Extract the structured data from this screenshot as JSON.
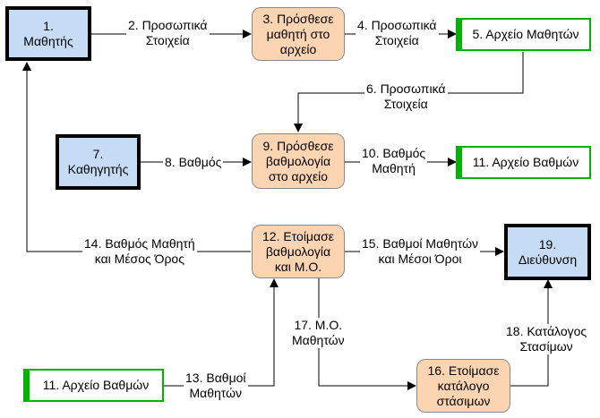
{
  "nodes": {
    "e1": "1.\nΜαθητής",
    "p3": "3. Πρόσθεσε\nμαθητή στο\nαρχείο",
    "s5": "5. Αρχείο Μαθητών",
    "e7": "7.\nΚαθηγητής",
    "p9": "9. Πρόσθεσε\nβαθμολογία\nστο αρχείο",
    "s11a": "11. Αρχείο Βαθμών",
    "p12": "12. Ετοίμασε\nβαθμολογία\nκαι Μ.Ο.",
    "e19": "19.\nΔιεύθυνση",
    "s11b": "11. Αρχείο Βαθμών",
    "p16": "16. Ετοίμασε\nκατάλογο\nστάσιμων"
  },
  "flows": {
    "f2": "2. Προσωπικά\nΣτοιχεία",
    "f4": "4. Προσωπικά\nΣτοιχεία",
    "f6": "6. Προσωπικά\nΣτοιχεία",
    "f8": "8. Βαθμός",
    "f10": "10. Βαθμός\nΜαθητή",
    "f13": "13. Βαθμοί\nΜαθητών",
    "f14": "14. Βαθμός Μαθητή\nκαι Μέσος Όρος",
    "f15": "15. Βαθμοί Μαθητών\nκαι Μέσοι Όροι",
    "f17": "17. Μ.Ο.\nΜαθητών",
    "f18": "18. Κατάλογος\nΣτασίμων"
  }
}
